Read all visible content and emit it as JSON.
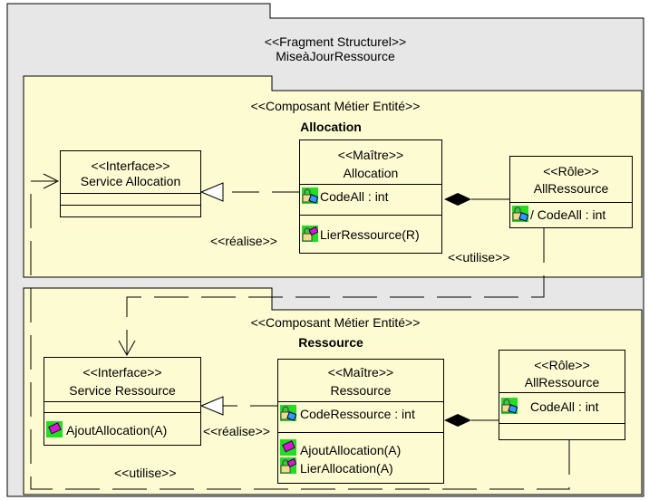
{
  "fragment": {
    "stereotype": "<<Fragment Structurel>>",
    "name": "MiseàJourRessource"
  },
  "component_top": {
    "stereotype": "<<Composant Métier Entité>>",
    "name": "Allocation",
    "interface": {
      "stereotype": "<<Interface>>",
      "name": "Service Allocation"
    },
    "master": {
      "stereotype": "<<Maître>>",
      "name": "Allocation",
      "attribute": "CodeAll : int",
      "operation": "LierRessource(R)"
    },
    "role": {
      "stereotype": "<<Rôle>>",
      "name": "AllRessource",
      "attribute": "/ CodeAll : int"
    },
    "realise_label": "<<réalise>>",
    "uses_label": "<<utilise>>"
  },
  "component_bottom": {
    "stereotype": "<<Composant Métier Entité>>",
    "name": "Ressource",
    "interface": {
      "stereotype": "<<Interface>>",
      "name": "Service Ressource",
      "operation": "AjoutAllocation(A)"
    },
    "master": {
      "stereotype": "<<Maître>>",
      "name": "Ressource",
      "attribute": "CodeRessource : int",
      "operations": [
        "AjoutAllocation(A)",
        "LierAllocation(A)"
      ]
    },
    "role": {
      "stereotype": "<<Rôle>>",
      "name": "AllRessource",
      "attribute": "CodeAll : int"
    },
    "realise_label": "<<réalise>>",
    "uses_label": "<<utilise>>"
  },
  "colors": {
    "package_fill": "#e7e7e7",
    "component_fill": "#fdfbd2",
    "icon_green": "#22dd22",
    "icon_magenta": "#d419d4"
  },
  "icons": [
    "lock-attribute-icon",
    "lock-operation-icon",
    "operation-icon"
  ]
}
